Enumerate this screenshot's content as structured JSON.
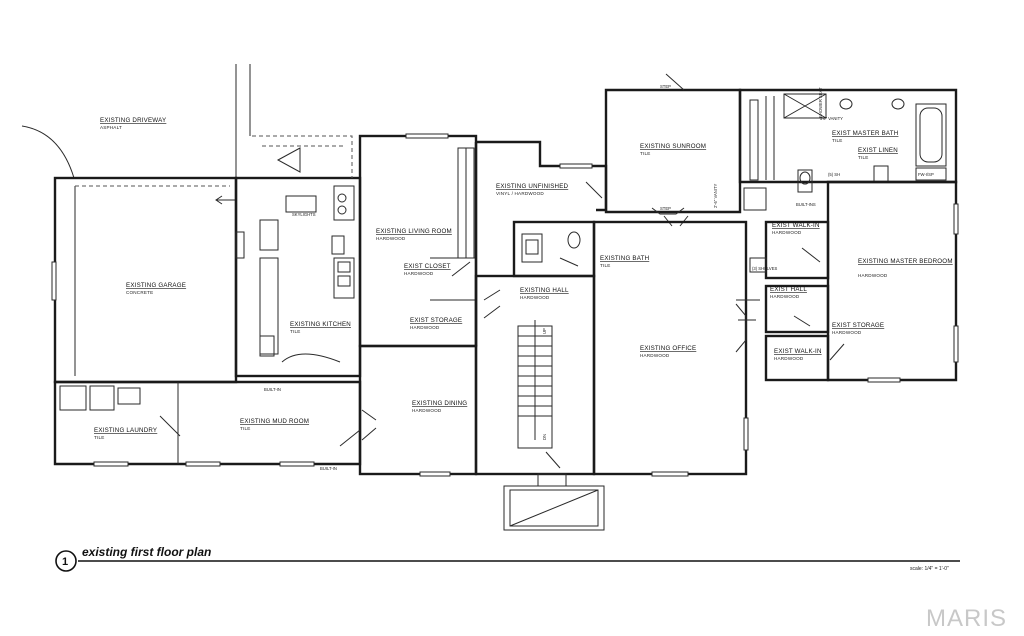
{
  "plan": {
    "title": "existing first floor plan",
    "number": "1",
    "scale": "scale: 1/4\" = 1'-0\"",
    "watermark": "MARIS"
  },
  "rooms": [
    {
      "id": "driveway",
      "name": "EXISTING DRIVEWAY",
      "finish": "ASPHALT"
    },
    {
      "id": "garage",
      "name": "EXISTING GARAGE",
      "finish": "CONCRETE"
    },
    {
      "id": "living",
      "name": "EXISTING LIVING ROOM",
      "finish": "HARDWOOD"
    },
    {
      "id": "closet",
      "name": "EXIST CLOSET",
      "finish": "HARDWOOD"
    },
    {
      "id": "storage-living",
      "name": "EXIST STORAGE",
      "finish": "HARDWOOD"
    },
    {
      "id": "kitchen",
      "name": "EXISTING KITCHEN",
      "finish": "TILE"
    },
    {
      "id": "unfinished",
      "name": "EXISTING UNFINISHED",
      "finish": "VINYL / HARDWOOD"
    },
    {
      "id": "sunroom",
      "name": "EXISTING SUNROOM",
      "finish": "TILE"
    },
    {
      "id": "bath",
      "name": "EXISTING BATH",
      "finish": "TILE"
    },
    {
      "id": "hall",
      "name": "EXISTING HALL",
      "finish": "HARDWOOD"
    },
    {
      "id": "office",
      "name": "EXISTING OFFICE",
      "finish": "HARDWOOD"
    },
    {
      "id": "dining",
      "name": "EXISTING DINING",
      "finish": "HARDWOOD"
    },
    {
      "id": "laundry",
      "name": "EXISTING LAUNDRY",
      "finish": "TILE"
    },
    {
      "id": "mudroom",
      "name": "EXISTING MUD ROOM",
      "finish": "TILE"
    },
    {
      "id": "master-bath",
      "name": "EXIST MASTER BATH",
      "finish": "TILE"
    },
    {
      "id": "linen",
      "name": "EXIST LINEN",
      "finish": "TILE"
    },
    {
      "id": "walkin-1",
      "name": "EXIST WALK-IN",
      "finish": "HARDWOOD"
    },
    {
      "id": "master-bedroom",
      "name": "EXISTING MASTER BEDROOM",
      "finish": "HARDWOOD"
    },
    {
      "id": "exist-hall",
      "name": "EXIST HALL",
      "finish": "HARDWOOD"
    },
    {
      "id": "storage-master",
      "name": "EXIST STORAGE",
      "finish": "HARDWOOD"
    },
    {
      "id": "walkin-2",
      "name": "EXIST WALK-IN",
      "finish": "HARDWOOD"
    }
  ],
  "notes": {
    "step_sunroom": "STEP",
    "step_hall": "STEP",
    "built_in_kitchen": "BUILT-IN",
    "built_in_mud": "BUILT-IN",
    "built_ins_master": "BUILT-INS",
    "skylights": "SKYLIGHTS",
    "vanity_master": "5'6\" VANITY",
    "vanity_sunroom": "2'-6\" VANITY",
    "shelves": "(3) SHELVES",
    "shower_seat": "SHOWER SEAT",
    "fw_sp": "FW-I/SP",
    "sh": "(5) SH",
    "up": "UP",
    "dn": "DN"
  }
}
